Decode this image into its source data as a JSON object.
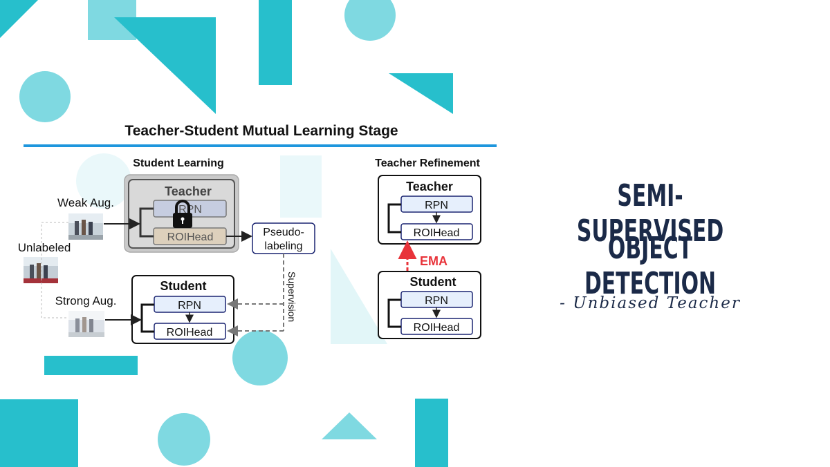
{
  "colors": {
    "accent": "#27bfcc",
    "accent_light": "#7fd9e1",
    "navy": "#1b2a48",
    "rule_blue": "#1e96dd",
    "ema_red": "#e8333a"
  },
  "diagram": {
    "stage_title": "Teacher-Student  Mutual Learning Stage",
    "student_learning": {
      "label": "Student Learning",
      "teacher_box": {
        "title": "Teacher",
        "rpn": "RPN",
        "roihead": "ROIHead"
      },
      "student_box": {
        "title": "Student",
        "rpn": "RPN",
        "roihead": "ROIHead"
      },
      "weak_aug": "Weak Aug.",
      "strong_aug": "Strong Aug.",
      "unlabeled": "Unlabeled",
      "pseudo_line1": "Pseudo-",
      "pseudo_line2": "labeling",
      "supervision": "Supervision"
    },
    "teacher_refinement": {
      "label": "Teacher Refinement",
      "teacher_box": {
        "title": "Teacher",
        "rpn": "RPN",
        "roihead": "ROIHead"
      },
      "student_box": {
        "title": "Student",
        "rpn": "RPN",
        "roihead": "ROIHead"
      },
      "ema": "EMA"
    }
  },
  "heading": {
    "line1": "SEMI-SUPERVISED",
    "line2": "OBJECT DETECTION",
    "subtitle": "- Unbiased Teacher"
  }
}
